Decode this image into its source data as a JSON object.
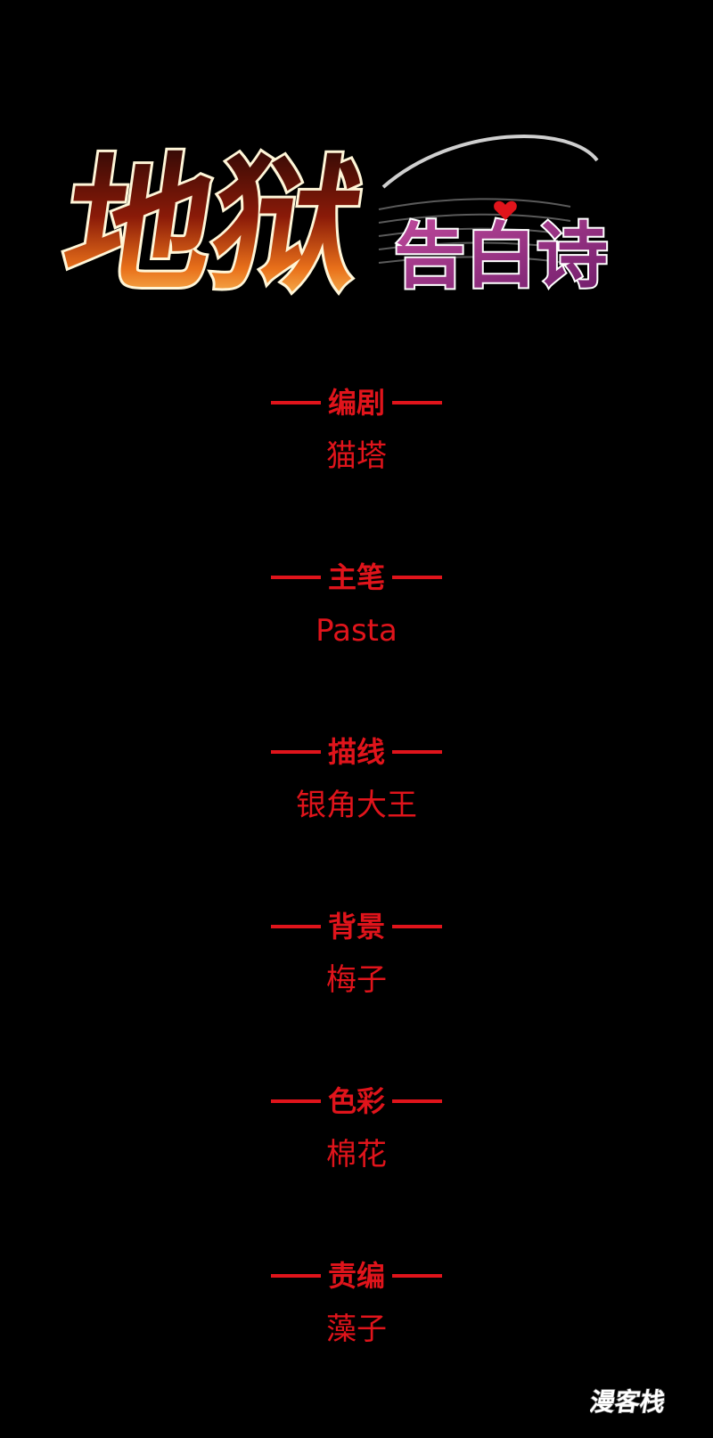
{
  "title": {
    "main": "地狱",
    "sub": "告白诗"
  },
  "credits": [
    {
      "role": "编剧",
      "name": "猫塔"
    },
    {
      "role": "主笔",
      "name": "Pasta"
    },
    {
      "role": "描线",
      "name": "银角大王"
    },
    {
      "role": "背景",
      "name": "梅子"
    },
    {
      "role": "色彩",
      "name": "棉花"
    },
    {
      "role": "责编",
      "name": "藻子"
    }
  ],
  "watermark": "漫客栈",
  "colors": {
    "background": "#000000",
    "credit_text": "#e0141b",
    "title_fire": "#d85a10",
    "title_sub": "#a83a8c"
  }
}
